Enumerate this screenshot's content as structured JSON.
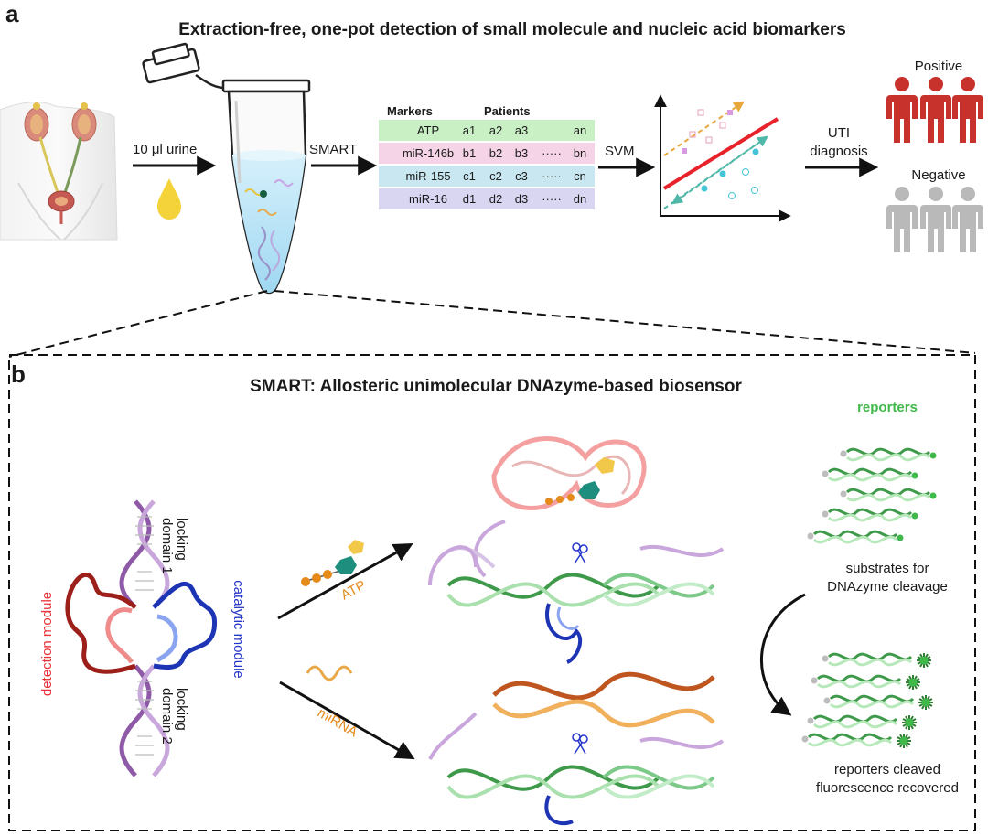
{
  "panel_a": {
    "letter": "a",
    "title": "Extraction-free, one-pot detection of small molecule and nucleic acid biomarkers",
    "urine_label": "10 μl urine",
    "smart_label": "SMART",
    "svm_label": "SVM",
    "uti_line1": "UTI",
    "uti_line2": "diagnosis",
    "positive_label": "Positive",
    "negative_label": "Negative",
    "table": {
      "header_markers": "Markers",
      "header_patients": "Patients",
      "rows": [
        {
          "marker": "ATP",
          "c1": "a1",
          "c2": "a2",
          "c3": "a3",
          "dots": "",
          "cn": "an",
          "color": "#c9efc5"
        },
        {
          "marker": "miR-146b",
          "c1": "b1",
          "c2": "b2",
          "c3": "b3",
          "dots": "·····",
          "cn": "bn",
          "color": "#f6d4e8"
        },
        {
          "marker": "miR-155",
          "c1": "c1",
          "c2": "c2",
          "c3": "c3",
          "dots": "·····",
          "cn": "cn",
          "color": "#c8e7f1"
        },
        {
          "marker": "miR-16",
          "c1": "d1",
          "c2": "d2",
          "c3": "d3",
          "dots": "·····",
          "cn": "dn",
          "color": "#d9d6f2"
        }
      ]
    }
  },
  "panel_b": {
    "letter": "b",
    "title": "SMART: Allosteric unimolecular DNAzyme-based biosensor",
    "detection_module": "detection module",
    "catalytic_module": "catalytic module",
    "locking1_line1": "locking",
    "locking1_line2": "domain 1",
    "locking2_line1": "locking",
    "locking2_line2": "domain 2",
    "atp_label": "ATP",
    "mirna_label": "miRNA",
    "reporters_label": "reporters",
    "substrates_line1": "substrates for",
    "substrates_line2": "DNAzyme cleavage",
    "cleaved_line1": "reporters cleaved",
    "cleaved_line2": "fluorescence recovered"
  },
  "colors": {
    "positive": "#c8322d",
    "negative": "#b9b9b9",
    "detection": "#e8323a",
    "catalytic": "#2436c9",
    "atp": "#e58a1b",
    "mirna": "#e58a1b",
    "reporters": "#3fb94a",
    "svm_line": "#e8222a"
  }
}
